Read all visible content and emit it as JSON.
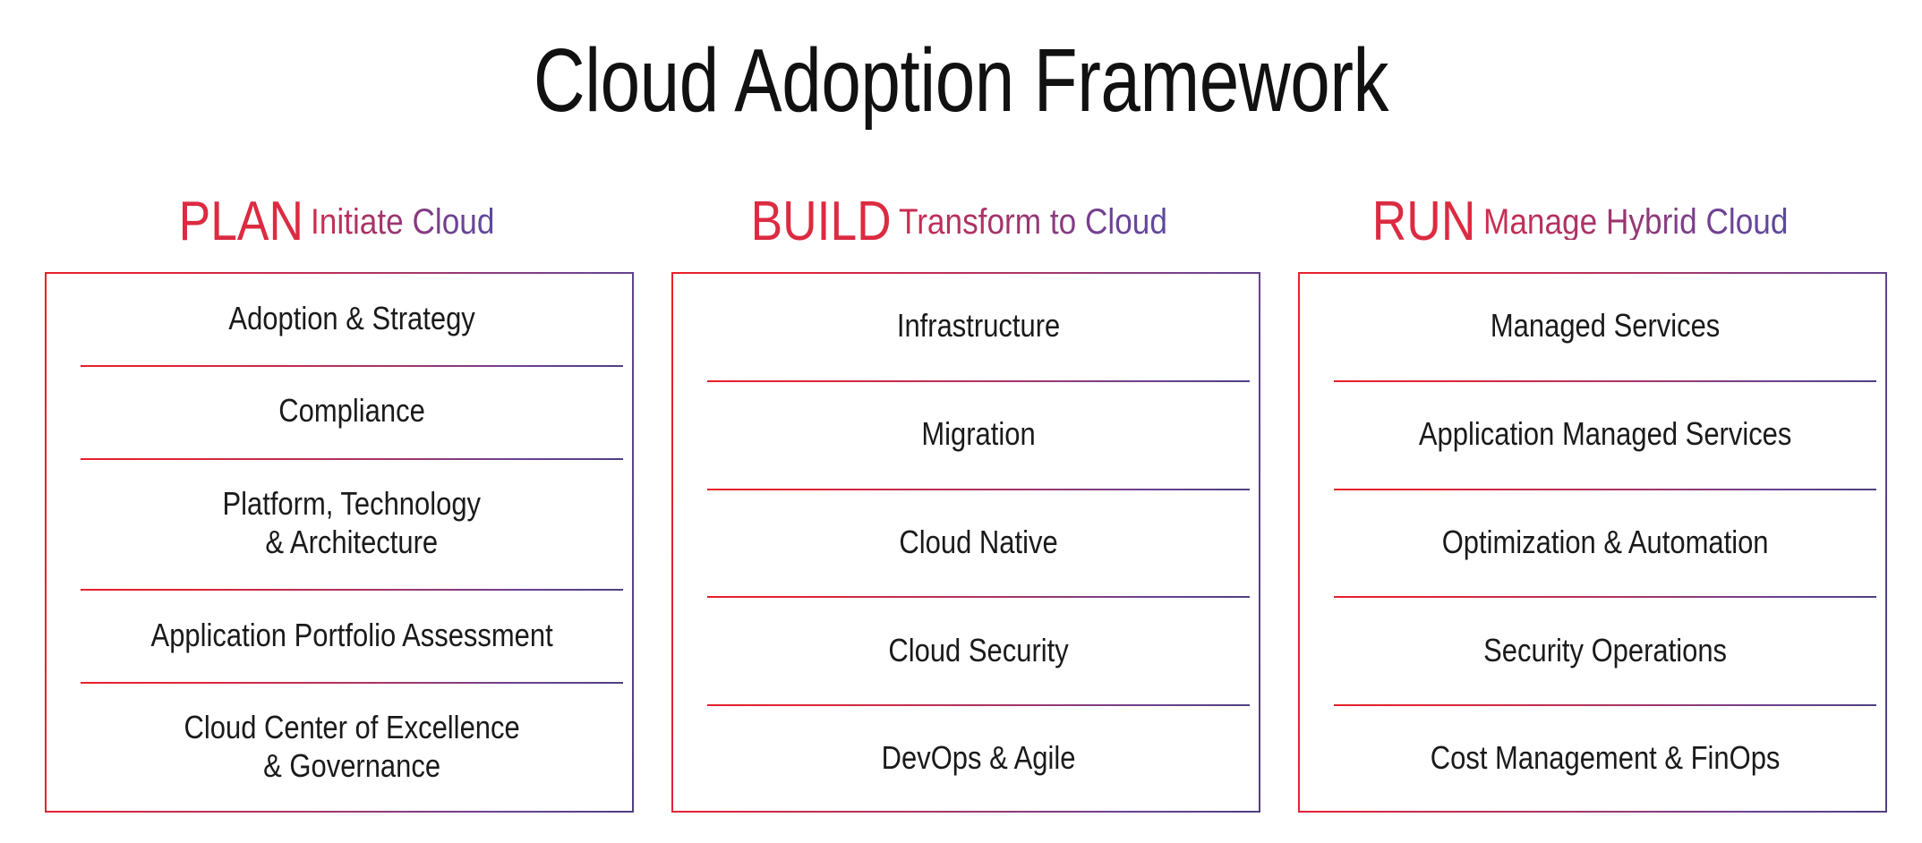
{
  "title": "Cloud Adoption Framework",
  "colors": {
    "accent_red": "#DC2B41",
    "accent_purple": "#4F4080",
    "border_red": "#E8202A",
    "border_purple": "#4F4080",
    "text": "#1a1a1a"
  },
  "columns": [
    {
      "phase": "PLAN",
      "tagline": "Initiate Cloud",
      "items": [
        "Adoption & Strategy",
        "Compliance",
        "Platform, Technology\n& Architecture",
        "Application Portfolio Assessment",
        "Cloud Center of Excellence\n& Governance"
      ]
    },
    {
      "phase": "BUILD",
      "tagline": "Transform to Cloud",
      "items": [
        "Infrastructure",
        "Migration",
        "Cloud Native",
        "Cloud Security",
        "DevOps & Agile"
      ]
    },
    {
      "phase": "RUN",
      "tagline": "Manage Hybrid Cloud",
      "items": [
        "Managed Services",
        "Application Managed Services",
        "Optimization & Automation",
        "Security Operations",
        "Cost Management & FinOps"
      ]
    }
  ]
}
